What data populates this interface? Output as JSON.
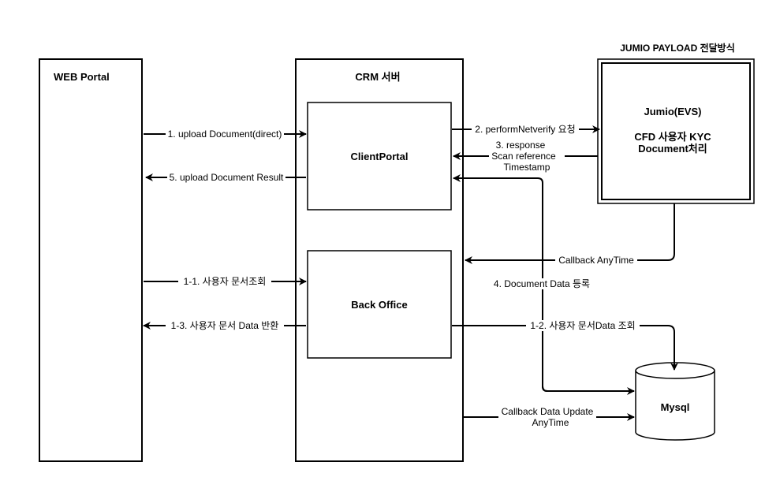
{
  "caption": "JUMIO PAYLOAD 전달방식",
  "nodes": {
    "web_portal": "WEB Portal",
    "crm_server": "CRM 서버",
    "client_portal": "ClientPortal",
    "back_office": "Back Office",
    "jumio_title": "Jumio(EVS)",
    "jumio_line1": "CFD 사용자 KYC",
    "jumio_line2": "Document처리",
    "mysql": "Mysql"
  },
  "edges": {
    "upload_document": "1. upload Document(direct)",
    "upload_result": "5. upload Document Result",
    "perform_netverify": "2. performNetverify 요청",
    "response_1": "3. response",
    "response_2": "Scan reference",
    "response_3": "Timestamp",
    "callback": "Callback  AnyTime",
    "document_data": "4. Document Data 등록",
    "user_doc_query": "1-1. 사용자 문서조회",
    "user_doc_return": "1-3. 사용자 문서 Data 반환",
    "user_doc_data_query": "1-2. 사용자 문서Data 조회",
    "callback_update_1": "Callback Data Update",
    "callback_update_2": "AnyTime"
  }
}
